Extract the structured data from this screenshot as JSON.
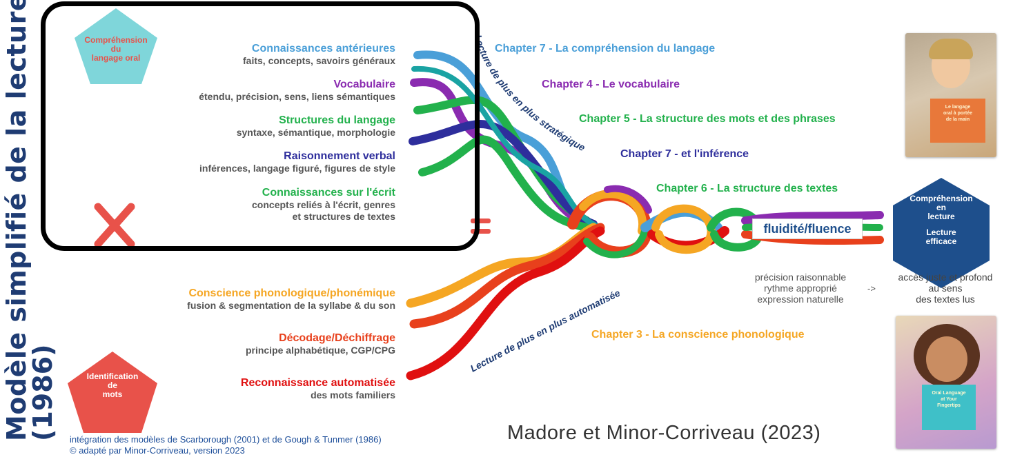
{
  "title": {
    "line1": "Modèle simplifié de la lecture",
    "line2": "(1986)"
  },
  "pentagon_top": {
    "text": "Compréhension du langage oral",
    "l1": "Compréhension",
    "l2": "du",
    "l3": "langage oral"
  },
  "pentagon_bottom": {
    "text": "Identification de mots",
    "l1": "Identification",
    "l2": "de",
    "l3": "mots"
  },
  "upper_strands": [
    {
      "heading": "Connaissances antérieures",
      "sub": "faits, concepts, savoirs généraux",
      "color": "#4a9fd8"
    },
    {
      "heading": "Vocabulaire",
      "sub": "étendu, précision, sens, liens sémantiques",
      "color": "#8a2bb0"
    },
    {
      "heading": "Structures du langage",
      "sub": "syntaxe, sémantique, morphologie",
      "color": "#22b14c"
    },
    {
      "heading": "Raisonnement verbal",
      "sub": "inférences, langage figuré, figures de style",
      "color": "#2e2e9c"
    },
    {
      "heading": "Connaissances sur l'écrit",
      "sub1": "concepts reliés à l'écrit, genres",
      "sub2": "et structures de textes",
      "color": "#22b14c"
    }
  ],
  "lower_strands": [
    {
      "heading": "Conscience phonologique/phonémique",
      "sub": "fusion & segmentation de la syllabe & du son",
      "color": "#f5a623"
    },
    {
      "heading": "Décodage/Déchiffrage",
      "sub": "principe alphabétique, CGP/CPG",
      "color": "#e8401c"
    },
    {
      "heading": "Reconnaissance automatisée",
      "sub": "des mots familiers",
      "color": "#e01010"
    }
  ],
  "arc_labels": {
    "upper": "Lecture de plus en plus stratégique",
    "lower": "Lecture de plus en plus automatisée"
  },
  "chapters": [
    {
      "text": "Chapter 7 - La compréhension du langage",
      "color": "#4a9fd8"
    },
    {
      "text": "Chapter 4 - Le vocabulaire",
      "color": "#8a2bb0"
    },
    {
      "text": "Chapter 5 - La structure des mots et des phrases",
      "color": "#22b14c"
    },
    {
      "text": "Chapter 7 - et l'inférence",
      "color": "#2e2e9c"
    },
    {
      "text": "Chapter 6 - La structure des textes",
      "color": "#22b14c"
    },
    {
      "text": "Chapter 3 - La conscience phonologique",
      "color": "#f5a623"
    }
  ],
  "fluency_box": "fluidité/fluence",
  "fluency_notes": [
    "précision raisonnable",
    "rythme approprié",
    "expression naturelle"
  ],
  "arrow": "->",
  "hexagon": {
    "l1": "Compréhension",
    "l2": "en",
    "l3": "lecture",
    "l4": "Lecture",
    "l5": "efficace"
  },
  "outcome": [
    "accès juste et profond",
    "au sens",
    "des textes lus"
  ],
  "book_top": {
    "line1": "Le langage",
    "line2": "oral à portée",
    "line3": "de la main"
  },
  "book_bottom": {
    "line1": "Oral Language",
    "line2": "at Your",
    "line3": "Fingertips"
  },
  "footer": {
    "line1": "intégration des modèles de Scarborough (2001) et de Gough & Tunmer (1986)",
    "line2": "© adapté par Minor-Corriveau, version 2023"
  },
  "credit": "Madore et Minor-Corriveau (2023)",
  "colors": {
    "title_blue": "#1f3c73",
    "pentagon_teal": "#7fd6da",
    "pentagon_red": "#e8524a",
    "hexagon_blue": "#1e4f8c",
    "x_red": "#e8524a"
  }
}
